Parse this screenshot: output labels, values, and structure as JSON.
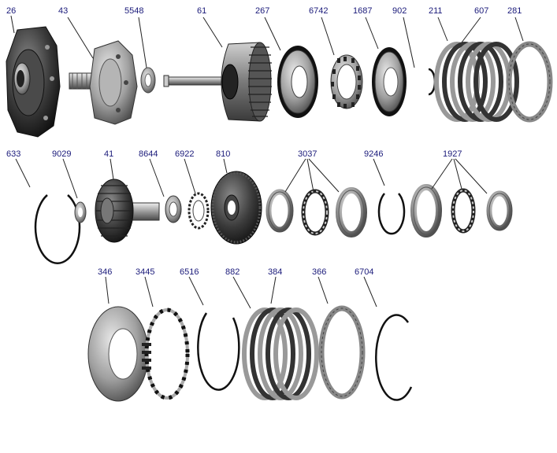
{
  "parts": [
    {
      "number": "26"
    },
    {
      "number": "43"
    },
    {
      "number": "5548"
    },
    {
      "number": "61"
    },
    {
      "number": "267"
    },
    {
      "number": "6742"
    },
    {
      "number": "1687"
    },
    {
      "number": "902"
    },
    {
      "number": "211"
    },
    {
      "number": "607"
    },
    {
      "number": "281"
    },
    {
      "number": "633"
    },
    {
      "number": "9029"
    },
    {
      "number": "41"
    },
    {
      "number": "8644"
    },
    {
      "number": "6922"
    },
    {
      "number": "810"
    },
    {
      "number": "3037"
    },
    {
      "number": "9246"
    },
    {
      "number": "1927"
    },
    {
      "number": "346"
    },
    {
      "number": "3445"
    },
    {
      "number": "6516"
    },
    {
      "number": "882"
    },
    {
      "number": "384"
    },
    {
      "number": "366"
    },
    {
      "number": "6704"
    }
  ]
}
